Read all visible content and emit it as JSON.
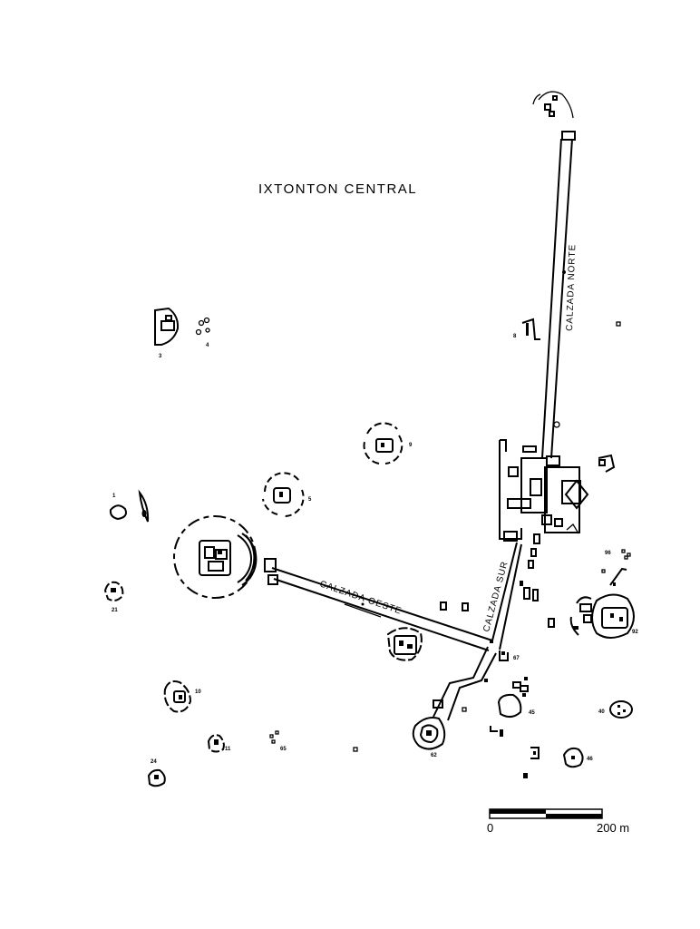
{
  "map": {
    "title": "IXTONTON CENTRAL",
    "roads": {
      "norte": "CALZADA NORTE",
      "oeste": "CALZADA OESTE",
      "sur": "CALZADA SUR"
    },
    "group_labels": {
      "g1": "1",
      "g3": "3",
      "g4": "4",
      "g5": "5",
      "g8": "8",
      "g9": "9",
      "g10": "10",
      "g11": "11",
      "g21": "21",
      "g24": "24",
      "g40": "40",
      "g45": "45",
      "g46": "46",
      "g62": "62",
      "g65": "65",
      "g67": "67",
      "g92": "92",
      "g96": "96"
    },
    "scale_bar": {
      "start_label": "0",
      "end_label": "200 m"
    }
  }
}
